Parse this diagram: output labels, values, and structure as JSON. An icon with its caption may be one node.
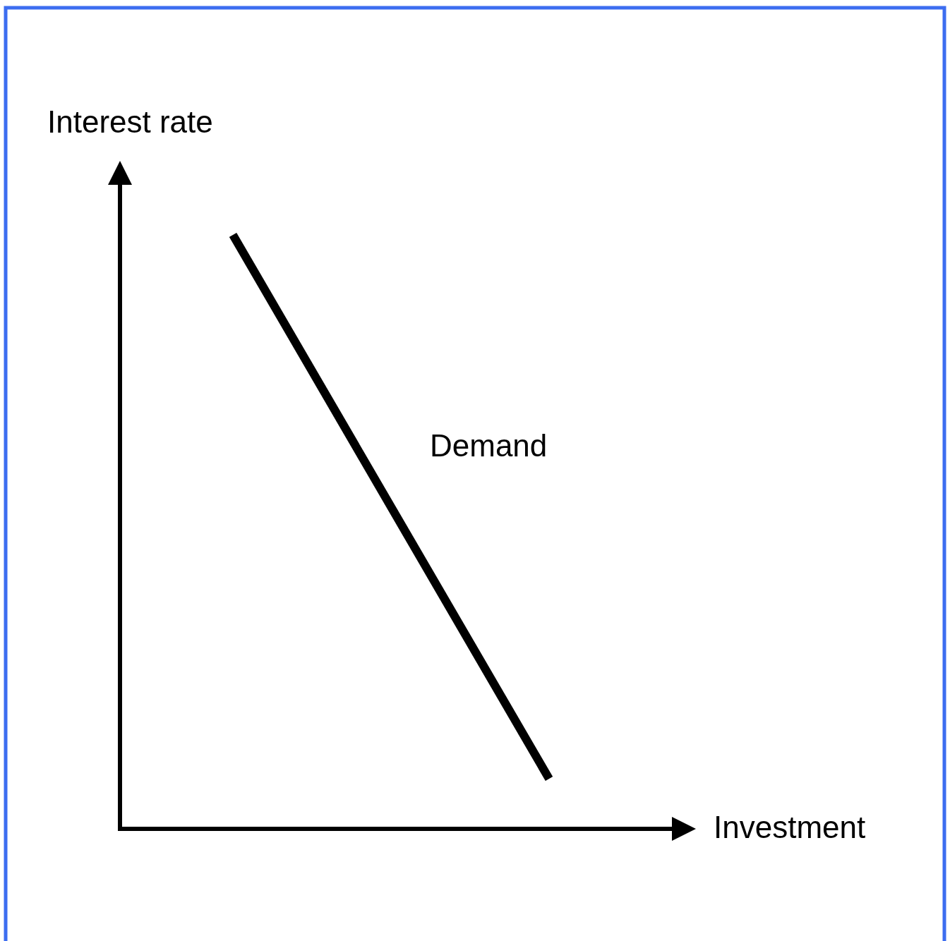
{
  "diagram": {
    "labels": [
      "Interest rate",
      "Demand",
      "Investment"
    ]
  }
}
